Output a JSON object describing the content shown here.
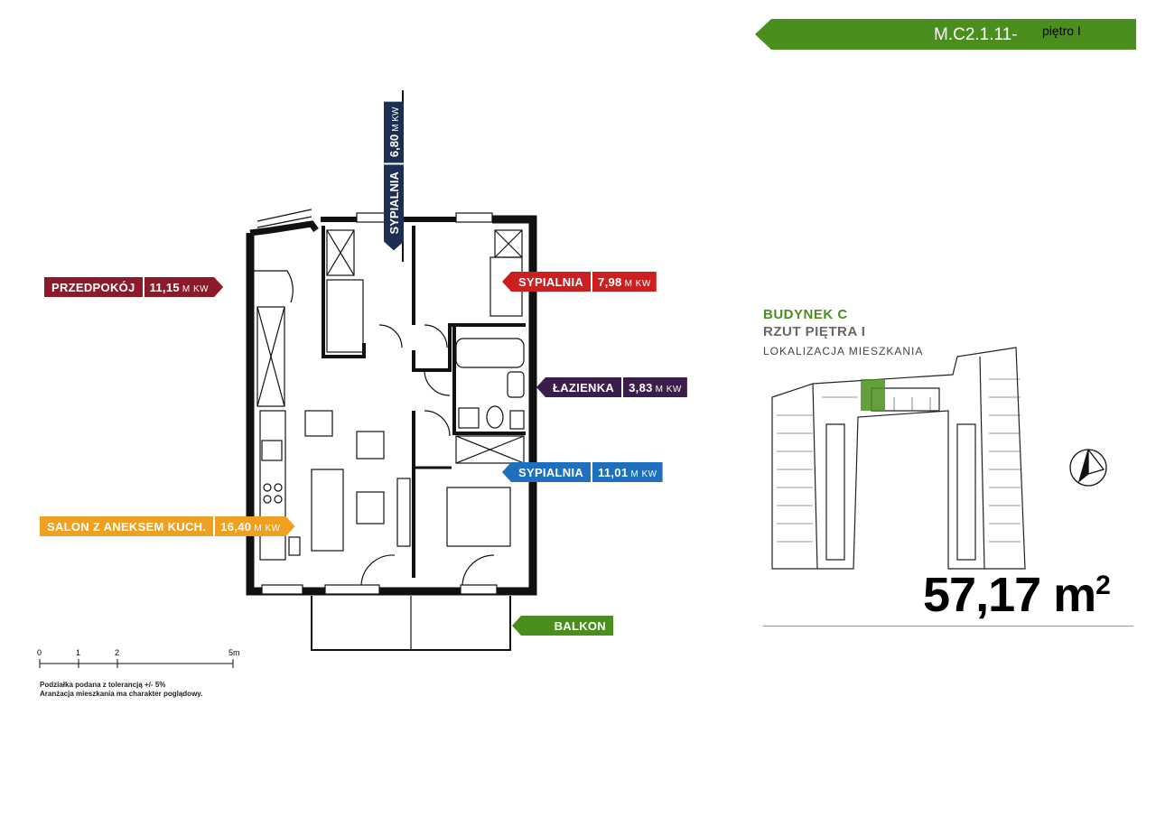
{
  "header": {
    "unit_code": "M.C2.1.11-",
    "floor_label": "piętro I"
  },
  "rooms": {
    "przedpokoj": {
      "name": "PRZEDPOKÓJ",
      "area": "11,15",
      "unit": "M KW"
    },
    "sypialnia_1": {
      "name": "SYPIALNIA",
      "area": "6,80",
      "unit": "M KW"
    },
    "sypialnia_2": {
      "name": "SYPIALNIA",
      "area": "7,98",
      "unit": "M KW"
    },
    "lazienka": {
      "name": "ŁAZIENKA",
      "area": "3,83",
      "unit": "M KW"
    },
    "sypialnia_3": {
      "name": "SYPIALNIA",
      "area": "11,01",
      "unit": "M KW"
    },
    "salon": {
      "name": "SALON Z ANEKSEM KUCH.",
      "area": "16,40",
      "unit": "M KW"
    },
    "balkon": {
      "name": "BALKON"
    }
  },
  "building": {
    "title": "BUDYNEK C",
    "floor": "RZUT PIĘTRA I",
    "location": "LOKALIZACJA MIESZKANIA"
  },
  "total_area": {
    "value": "57,17 m",
    "sup": "2"
  },
  "scale": {
    "ticks": [
      "0",
      "1",
      "2",
      "5m"
    ],
    "note_1": "Podziałka podana z tolerancją +/- 5%",
    "note_2": "Aranżacja mieszkania ma charakter poglądowy."
  },
  "colors": {
    "green": "#4a8f1d",
    "przedpokoj": "#8c1a2a",
    "sypialnia_1": "#1c2f52",
    "sypialnia_2": "#cc1f1f",
    "lazienka": "#3a1d4a",
    "sypialnia_3": "#1f6fbf",
    "salon": "#f0a020"
  }
}
